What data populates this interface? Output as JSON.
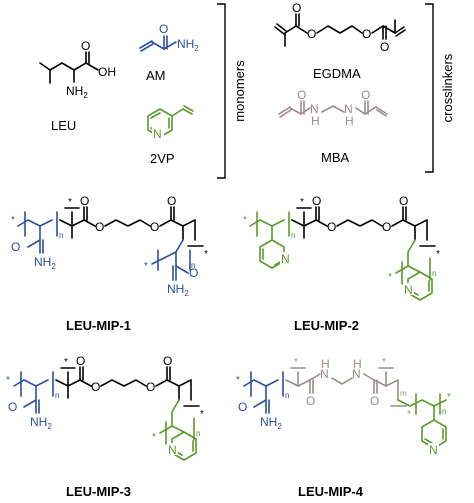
{
  "colors": {
    "am": "#2b4fa2",
    "vp": "#5a9a2a",
    "mba": "#9b8b87",
    "black": "#000000"
  },
  "monomers": {
    "leu": "LEU",
    "am": "AM",
    "vp": "2VP",
    "bracket_label": "monomers"
  },
  "crosslinkers": {
    "egdma": "EGDMA",
    "mba": "MBA",
    "bracket_label": "crosslinkers"
  },
  "polymers": {
    "mip1": "LEU-MIP-1",
    "mip2": "LEU-MIP-2",
    "mip3": "LEU-MIP-3",
    "mip4": "LEU-MIP-4"
  },
  "atoms": {
    "nh2": "NH",
    "two": "2",
    "oh": "OH",
    "o": "O",
    "n": "N",
    "h": "H",
    "star": "*",
    "n_sub": "n",
    "m_sub": "m"
  }
}
